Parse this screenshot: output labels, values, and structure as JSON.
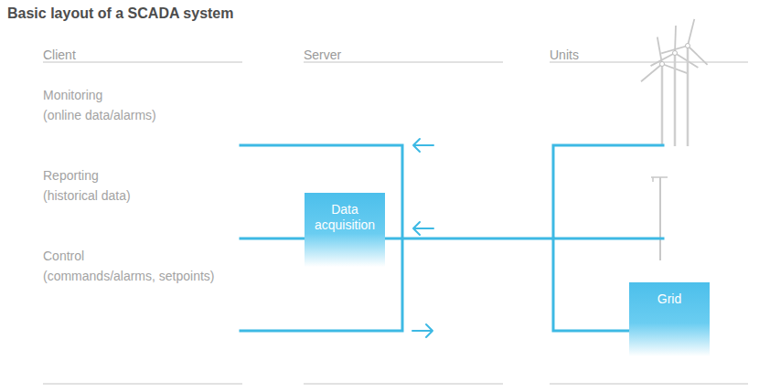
{
  "diagram": {
    "title": "Basic layout of a SCADA system",
    "nodes": [
      {
        "text": [
          "Data acquisition"
        ]
      },
      {
        "text": [
          "Grid"
        ]
      }
    ],
    "edges": [
      {
        "from": 0,
        "to": 1,
        "arrow": "none"
      }
    ],
    "labels": [
      "Client",
      "Server",
      "Units",
      "Monitoring",
      "(online data/alarms)",
      "Reporting",
      "(historical data)",
      "Control",
      "(commands/alarms, setpoints)"
    ]
  }
}
